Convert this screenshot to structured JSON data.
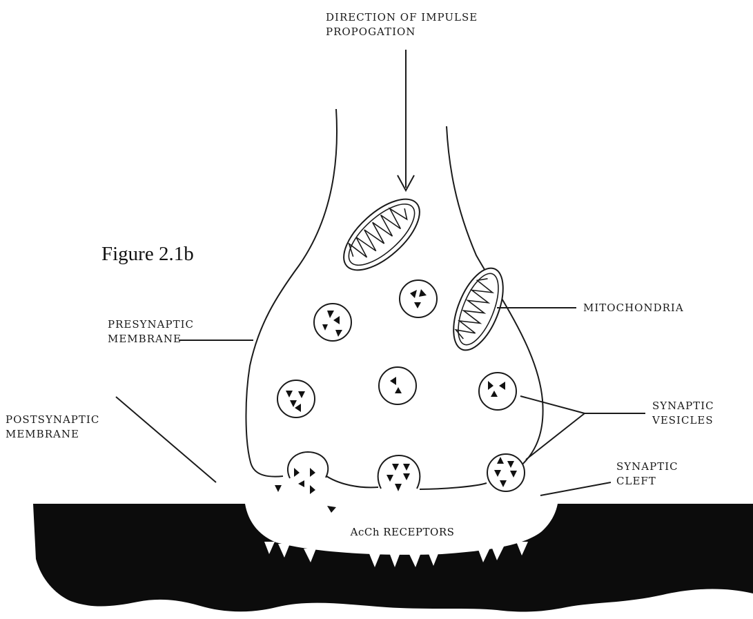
{
  "figure": {
    "title": "Figure 2.1b",
    "labels": {
      "impulse": [
        "DIRECTION OF IMPULSE",
        "PROPOGATION"
      ],
      "presynaptic": [
        "PRESYNAPTIC",
        "MEMBRANE"
      ],
      "postsynaptic": [
        "POSTSYNAPTIC",
        "MEMBRANE"
      ],
      "mitochondria": [
        "MITOCHONDRIA"
      ],
      "vesicles": [
        "SYNAPTIC",
        "VESICLES"
      ],
      "cleft": [
        "SYNAPTIC",
        "CLEFT"
      ],
      "receptors": "AcCh RECEPTORS"
    }
  }
}
